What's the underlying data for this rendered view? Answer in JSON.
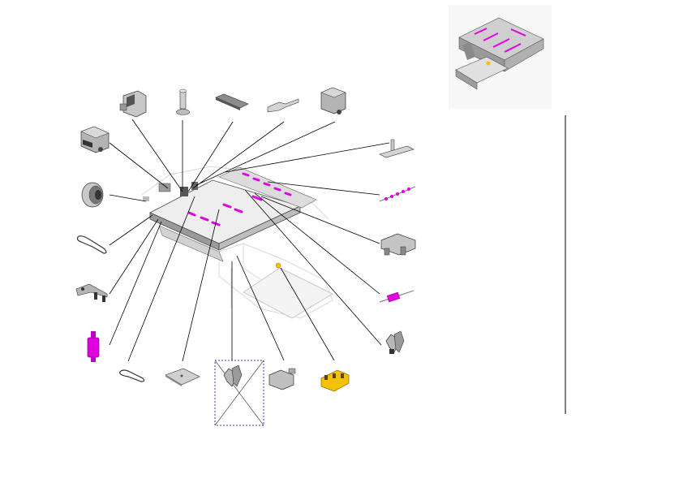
{
  "diagram": {
    "type": "exploded-parts-view",
    "colors": {
      "leader_line": "#000000",
      "part_gray": "#b8b8b8",
      "part_dark": "#6e6e6e",
      "accent_magenta": "#e000e0",
      "accent_yellow": "#f2c200",
      "callout_box_border": "#2a3fd0",
      "divider_line": "#000000"
    },
    "parts": [
      {
        "id": "p01",
        "name": "sensor-bracket"
      },
      {
        "id": "p02",
        "name": "shaft-pin"
      },
      {
        "id": "p03",
        "name": "flat-plate"
      },
      {
        "id": "p04",
        "name": "small-bracket"
      },
      {
        "id": "p05",
        "name": "motor"
      },
      {
        "id": "p06",
        "name": "motor"
      },
      {
        "id": "p07",
        "name": "l-bracket"
      },
      {
        "id": "p08",
        "name": "roller-bushing"
      },
      {
        "id": "p09",
        "name": "belt"
      },
      {
        "id": "p10",
        "name": "clamp-block"
      },
      {
        "id": "p11",
        "name": "arm-link"
      },
      {
        "id": "p12",
        "name": "roller-shaft"
      },
      {
        "id": "p13",
        "name": "pulley"
      },
      {
        "id": "p14",
        "name": "hook-lever"
      },
      {
        "id": "p15",
        "name": "belt"
      },
      {
        "id": "p16",
        "name": "cover-plate"
      },
      {
        "id": "p17",
        "name": "lever-pair"
      },
      {
        "id": "p18",
        "name": "pivot-block"
      },
      {
        "id": "p19",
        "name": "gear-assembly"
      }
    ]
  }
}
